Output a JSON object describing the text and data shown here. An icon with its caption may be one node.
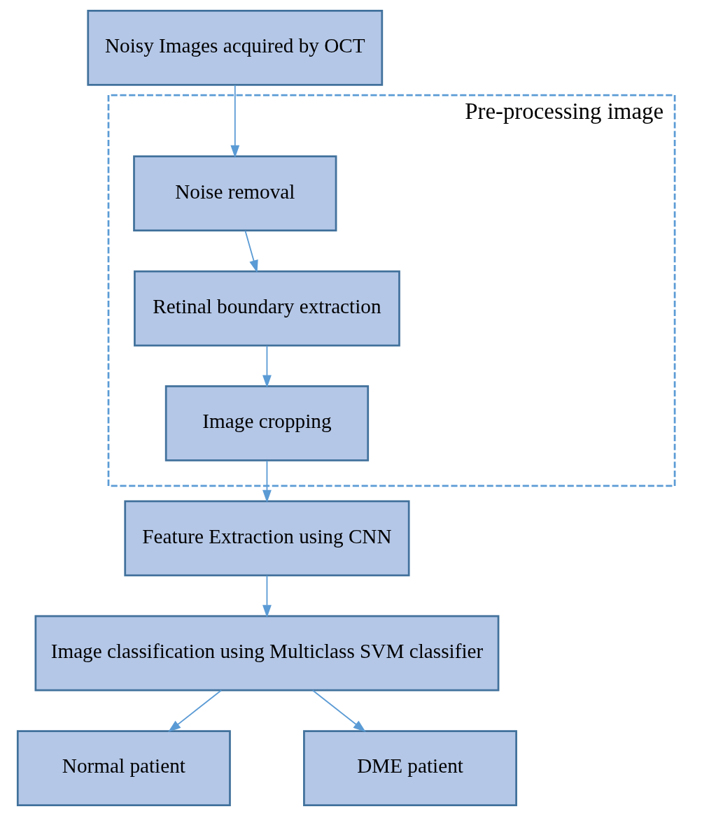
{
  "diagram": {
    "nodes": [
      {
        "text": [
          "Noisy Images acquired by OCT"
        ]
      },
      {
        "text": [
          "Pre-processing image"
        ]
      },
      {
        "text": [
          "Noise removal"
        ],
        "in": 1
      },
      {
        "text": [
          "Retinal boundary extraction"
        ],
        "in": 1
      },
      {
        "text": [
          "Image cropping"
        ],
        "in": 1
      },
      {
        "text": [
          "Feature Extraction using CNN"
        ]
      },
      {
        "text": [
          "Image classification using Multiclass SVM classifier"
        ]
      },
      {
        "text": [
          "Normal patient"
        ]
      },
      {
        "text": [
          "DME patient"
        ]
      }
    ],
    "edges": [
      {
        "from": 0,
        "to": 2,
        "arrow": "to"
      },
      {
        "from": 2,
        "to": 3,
        "arrow": "to"
      },
      {
        "from": 3,
        "to": 4,
        "arrow": "to"
      },
      {
        "from": 4,
        "to": 5,
        "arrow": "to"
      },
      {
        "from": 5,
        "to": 6,
        "arrow": "to"
      },
      {
        "from": 6,
        "to": 7,
        "arrow": "to"
      },
      {
        "from": 6,
        "to": 8,
        "arrow": "to"
      }
    ]
  }
}
